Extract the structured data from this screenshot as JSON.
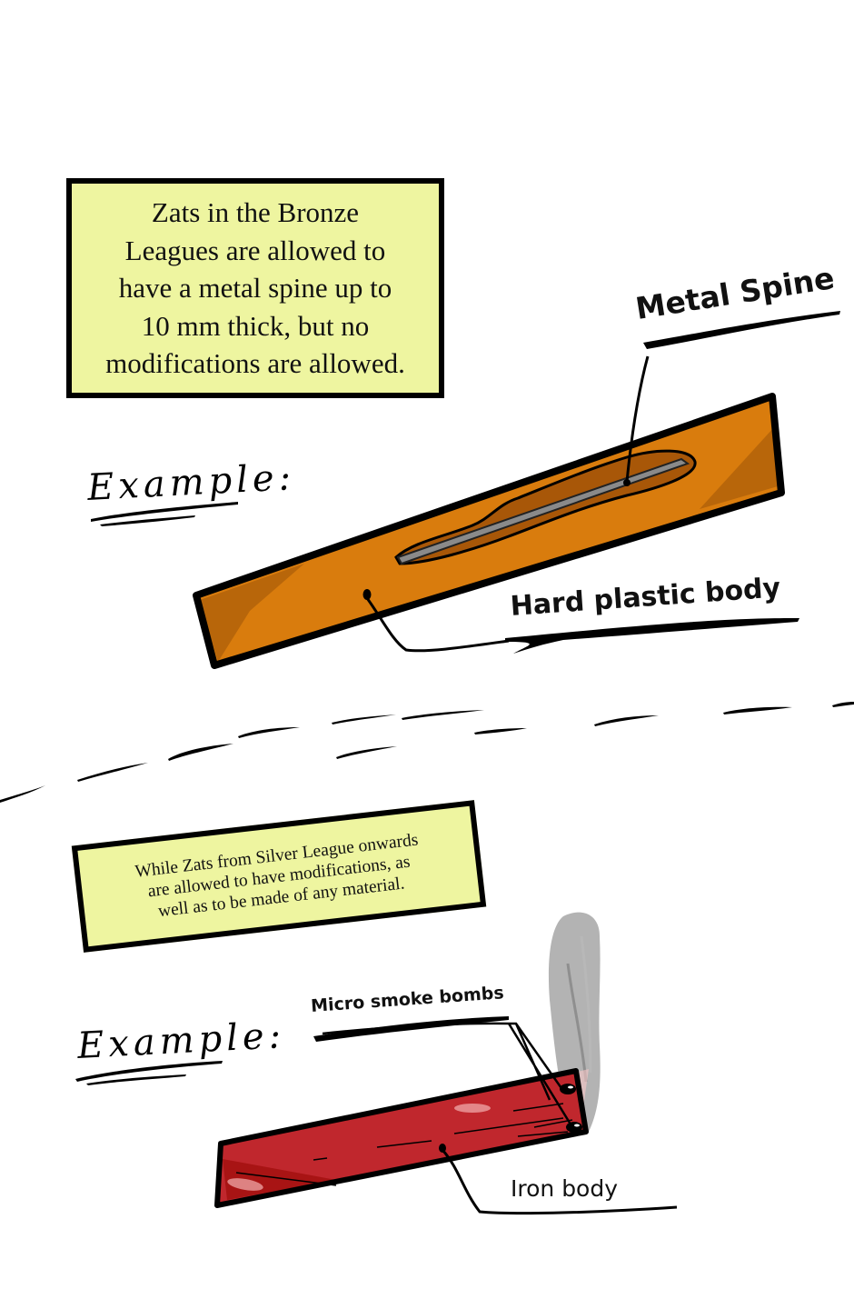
{
  "top_section": {
    "note": "Zats in the Bronze\nLeagues are allowed to\nhave a metal spine up to\n10 mm thick, but no\nmodifications are allowed.",
    "example_label": "Example:",
    "labels": {
      "spine": "Metal Spine",
      "body": "Hard plastic body"
    },
    "colors": {
      "body": "#d97c0d",
      "body_shadow": "#b8660a",
      "spine_groove": "#a85708",
      "spine": "#8a8a8a",
      "note_bg": "#eef5a0"
    }
  },
  "bottom_section": {
    "note": "While Zats from Silver League onwards\nare allowed to have modifications, as\nwell as to be made of any material.",
    "example_label": "Example:",
    "labels": {
      "smoke_bombs": "Micro smoke bombs",
      "body": "Iron body"
    },
    "colors": {
      "body": "#c0272d",
      "body_shadow": "#a81414",
      "smoke": "#9a9a9a"
    }
  }
}
